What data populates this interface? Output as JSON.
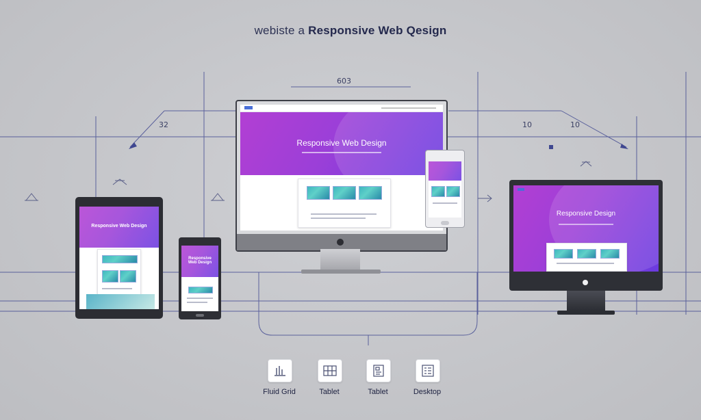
{
  "header": {
    "title_prefix": "webiste a",
    "title_main": "Responsive Web Qesign"
  },
  "dimensions": {
    "top": "603",
    "left": "32",
    "right_a": "10",
    "right_b": "10"
  },
  "devices": {
    "desktop_center": {
      "hero_title": "Responsive Web Design"
    },
    "tablet_left": {
      "hero_title": "Responsive Web Design"
    },
    "phone_left": {
      "hero_title": "Responsive Web Design"
    },
    "desktop_right": {
      "hero_title": "Responsive Design"
    }
  },
  "bottom_icons": [
    {
      "label": "Fluid Grid",
      "icon": "bar-chart-icon"
    },
    {
      "label": "Tablet",
      "icon": "grid-table-icon"
    },
    {
      "label": "Tablet",
      "icon": "layout-icon"
    },
    {
      "label": "Desktop",
      "icon": "list-layout-icon"
    }
  ],
  "colors": {
    "accent_purple": "#9b3fd8",
    "accent_violet": "#6a3be0",
    "guide_line": "#3f4790",
    "background": "#c4c5c9"
  }
}
